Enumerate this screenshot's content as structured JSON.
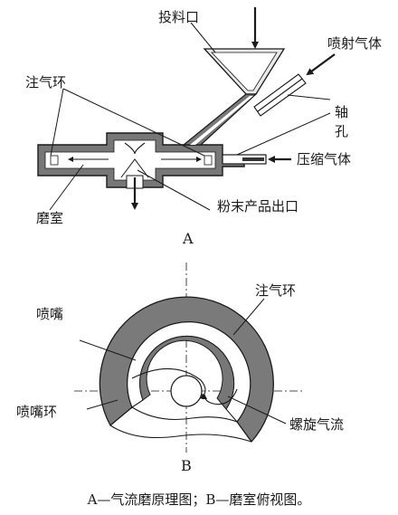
{
  "labels": {
    "feed_inlet": "投料口",
    "jet_gas": "喷射气体",
    "gas_ring_a": "注气环",
    "axial_hole_1": "轴",
    "axial_hole_2": "孔",
    "compressed_gas": "压缩气体",
    "chamber": "磨室",
    "powder_outlet": "粉末产品出口",
    "nozzle": "喷嘴",
    "gas_ring_b": "注气环",
    "nozzle_ring": "喷嘴环",
    "spiral_flow": "螺旋气流"
  },
  "panels": {
    "a": "A",
    "b": "B"
  },
  "caption": "A—气流磨原理图；B—磨室俯视图。"
}
